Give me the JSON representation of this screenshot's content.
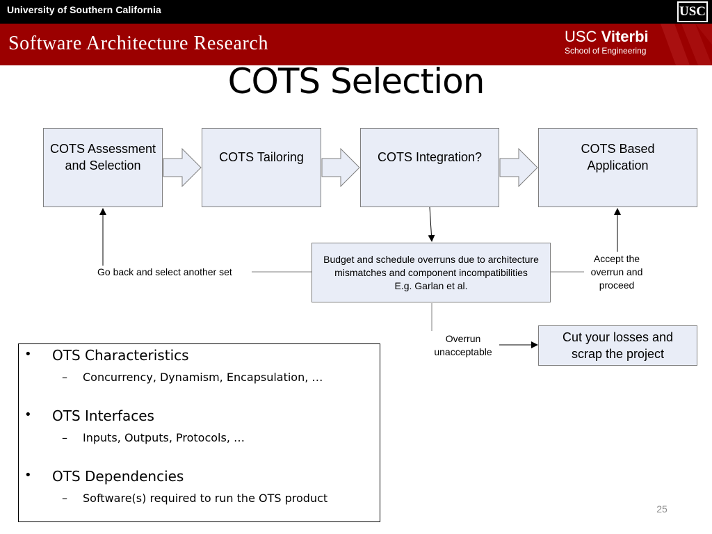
{
  "header": {
    "university": "University of Southern California",
    "usc_logo": "USC",
    "group": "Software Architecture Research",
    "viterbi_brand_left": "USC",
    "viterbi_brand_right": "Viterbi",
    "viterbi_sub": "School of Engineering",
    "colors": {
      "top_bar": "#000000",
      "banner": "#9b0000"
    }
  },
  "slide": {
    "title": "COTS Selection",
    "page_number": "25"
  },
  "diagram": {
    "box_fill": "#e9edf7",
    "nodes": {
      "assessment": "COTS Assessment and Selection",
      "tailoring": "COTS Tailoring",
      "integration": "COTS Integration?",
      "application": "COTS Based Application",
      "overruns": {
        "line1": "Budget and schedule overruns due to architecture mismatches and component incompatibilities",
        "line2": "E.g. Garlan et al."
      },
      "cut_losses": "Cut your losses and scrap the project"
    },
    "edge_labels": {
      "go_back": "Go back and select another set",
      "accept": "Accept the overrun and proceed",
      "overrun_unacceptable": "Overrun unacceptable"
    }
  },
  "bullets": [
    {
      "label": "OTS Characteristics",
      "sub": "Concurrency, Dynamism, Encapsulation, …"
    },
    {
      "label": "OTS Interfaces",
      "sub": "Inputs, Outputs, Protocols, …"
    },
    {
      "label": "OTS Dependencies",
      "sub": "Software(s) required to run the OTS product"
    }
  ],
  "icons": {
    "bullet": "•",
    "dash": "–"
  }
}
